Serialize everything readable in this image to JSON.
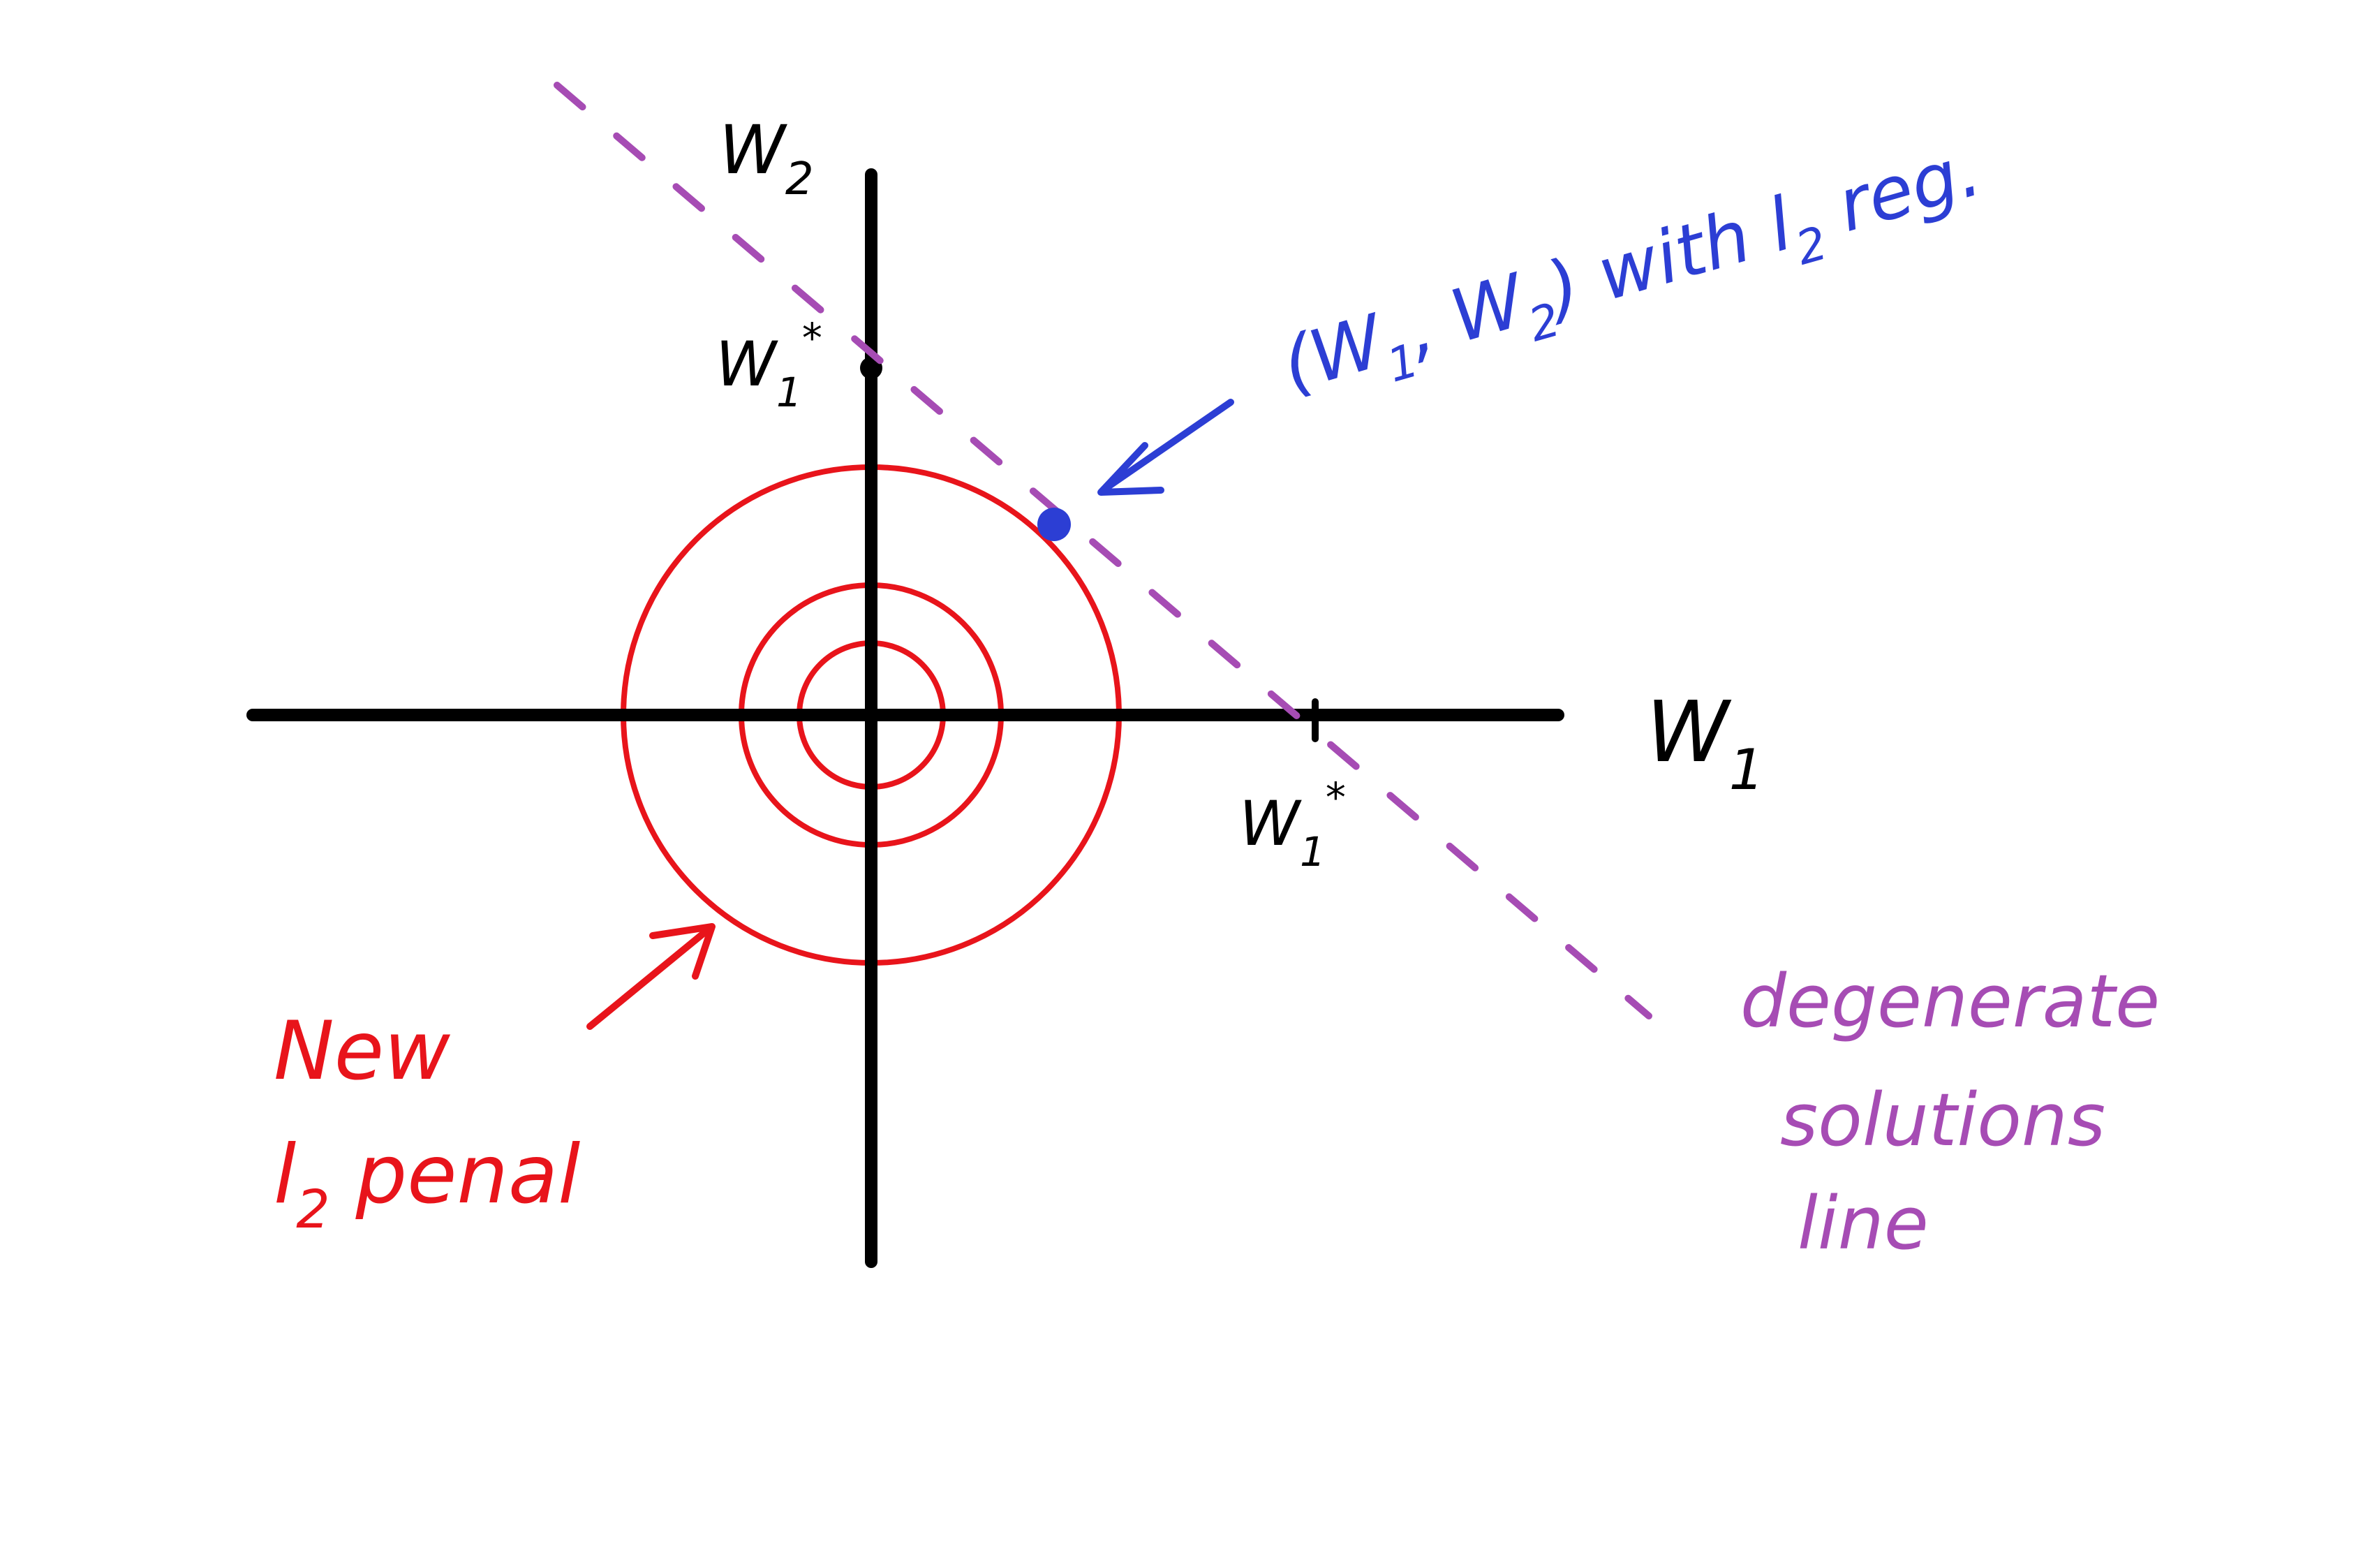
{
  "colors": {
    "axes": "#000000",
    "penalty_circles": "#e8141b",
    "solution_point": "#2c3ed4",
    "degenerate_line": "#a64cb4"
  },
  "labels": {
    "axis_w1": "W",
    "axis_w1_sub": "1",
    "axis_w2": "W",
    "axis_w2_sub": "2",
    "tick_w2_star": "W",
    "tick_w2_star_sub": "1",
    "tick_w2_star_sup": "*",
    "tick_w1_star": "W",
    "tick_w1_star_sub": "1",
    "tick_w1_star_sup": "*",
    "solution_annotation": "(W",
    "solution_annotation_sub1": "1",
    "solution_annotation_mid": ", W",
    "solution_annotation_sub2": "2",
    "solution_annotation_end": ") with l",
    "solution_annotation_sub3": "2",
    "solution_annotation_tail": " reg.",
    "penalty_line1": "New",
    "penalty_line2_a": "l",
    "penalty_line2_sub": "2",
    "penalty_line2_b": " penal",
    "degenerate_line1": "degenerate",
    "degenerate_line2": "solutions",
    "degenerate_line3": "line"
  }
}
